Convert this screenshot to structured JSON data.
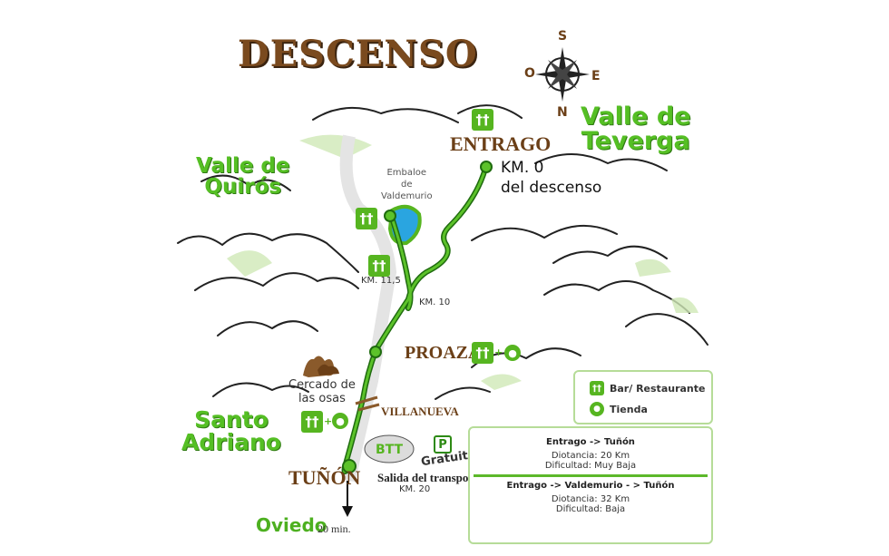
{
  "title": "DESCENSO",
  "compass": {
    "s": "S",
    "e": "E",
    "o": "O",
    "n": "N"
  },
  "valleys": {
    "teverga_1": "Valle de",
    "teverga_2": "Teverga",
    "quiros_1": "Valle de",
    "quiros_2": "Quirós",
    "santo_1": "Santo",
    "santo_2": "Adriano"
  },
  "towns": {
    "entrago": "ENTRAGO",
    "proaza": "PROAZA",
    "tunon": "TUÑÓN",
    "villanueva": "VILLANUEVA"
  },
  "labels": {
    "km0_1": "KM. 0",
    "km0_2": "del descenso",
    "embalse_1": "Embaloe",
    "embalse_2": "de",
    "embalse_3": "Valdemurio",
    "km115": "KM. 11,5",
    "km10": "KM. 10",
    "km20": "KM. 20",
    "salida": "Salida del transporte",
    "cercado_1": "Cercado de",
    "cercado_2": "las osas",
    "oviedo": "Oviedo",
    "oviedo_min": "20 min.",
    "parking": "P",
    "gratuito": "Gratuito",
    "btt": "BTT",
    "plus": "+"
  },
  "legend": {
    "bar": "Bar/ Restaurante",
    "tienda": "Tienda"
  },
  "routes": [
    {
      "name": "Entrago -> Tuñón",
      "distance": "Diotancia: 20 Km",
      "difficulty": "Dificultad: Muy Baja"
    },
    {
      "name": "Entrago -> Valdemurio - > Tuñón",
      "distance": "Diotancia: 32 Km",
      "difficulty": "Dificultad: Baja"
    }
  ],
  "icons": {
    "restaurant": "fork-knife-icon",
    "shop": "cart-icon",
    "compass": "compass-rose-icon"
  },
  "colors": {
    "route": "#56b520",
    "town": "#6b3f17",
    "valley": "#55bf24",
    "water": "#2aa5e0"
  }
}
